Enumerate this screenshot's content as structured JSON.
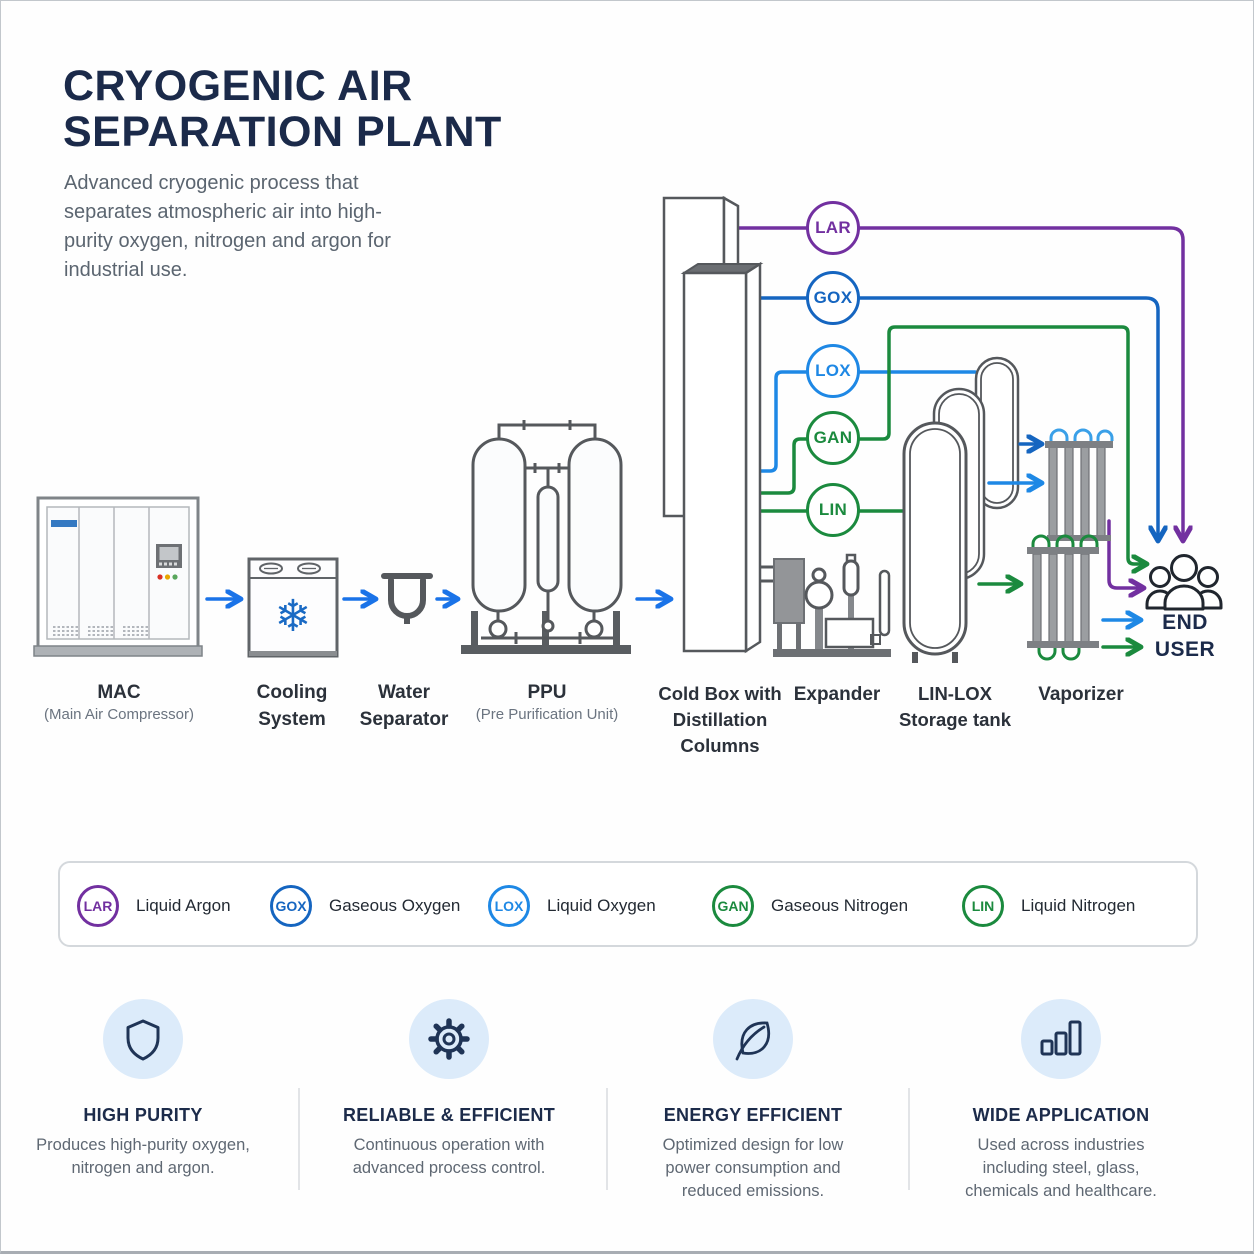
{
  "header": {
    "title_line1": "CRYOGENIC AIR",
    "title_line2": "SEPARATION PLANT",
    "description": "Advanced cryogenic process that separates atmospheric air into high-purity oxygen, nitrogen and argon for industrial use."
  },
  "flow": {
    "badges": [
      {
        "code": "LAR",
        "color": "#7230a0"
      },
      {
        "code": "GOX",
        "color": "#1565c0"
      },
      {
        "code": "LOX",
        "color": "#1e88e5"
      },
      {
        "code": "GAN",
        "color": "#1b8a3e"
      },
      {
        "code": "LIN",
        "color": "#1b8a3e"
      }
    ],
    "equipment": [
      {
        "label": "MAC",
        "sub": "(Main Air Compressor)"
      },
      {
        "label": "Cooling System"
      },
      {
        "label": "Water Separator"
      },
      {
        "label": "PPU",
        "sub": "(Pre Purification Unit)"
      },
      {
        "label": "Cold Box with Distillation Columns"
      },
      {
        "label": "Expander"
      },
      {
        "label": "LIN-LOX Storage tank"
      },
      {
        "label": "Vaporizer"
      }
    ],
    "end_user_label": "END USER"
  },
  "legend": {
    "items": [
      {
        "code": "LAR",
        "label": "Liquid Argon",
        "color": "#7230a0"
      },
      {
        "code": "GOX",
        "label": "Gaseous Oxygen",
        "color": "#1565c0"
      },
      {
        "code": "LOX",
        "label": "Liquid Oxygen",
        "color": "#1e88e5"
      },
      {
        "code": "GAN",
        "label": "Gaseous Nitrogen",
        "color": "#1b8a3e"
      },
      {
        "code": "LIN",
        "label": "Liquid Nitrogen",
        "color": "#1b8a3e"
      }
    ]
  },
  "features": [
    {
      "title": "HIGH PURITY",
      "description": "Produces high-purity oxygen, nitrogen and argon.",
      "icon": "shield-icon"
    },
    {
      "title": "RELIABLE & EFFICIENT",
      "description": "Continuous operation with advanced process control.",
      "icon": "gear-icon"
    },
    {
      "title": "ENERGY EFFICIENT",
      "description": "Optimized design for low power consumption and reduced emissions.",
      "icon": "leaf-icon"
    },
    {
      "title": "WIDE APPLICATION",
      "description": "Used across industries including steel, glass, chemicals and healthcare.",
      "icon": "bar-chart-icon"
    }
  ],
  "colors": {
    "title_navy": "#1b2a4a",
    "body_gray": "#5b6570",
    "flow_arrow_blue": "#1a73e8",
    "liquid_argon_purple": "#7230a0",
    "gaseous_oxygen_blue": "#1565c0",
    "liquid_oxygen_blue": "#1e88e5",
    "nitrogen_green": "#1b8a3e",
    "equipment_gray": "#55585c",
    "feature_icon_bg": "#dcebfa"
  }
}
